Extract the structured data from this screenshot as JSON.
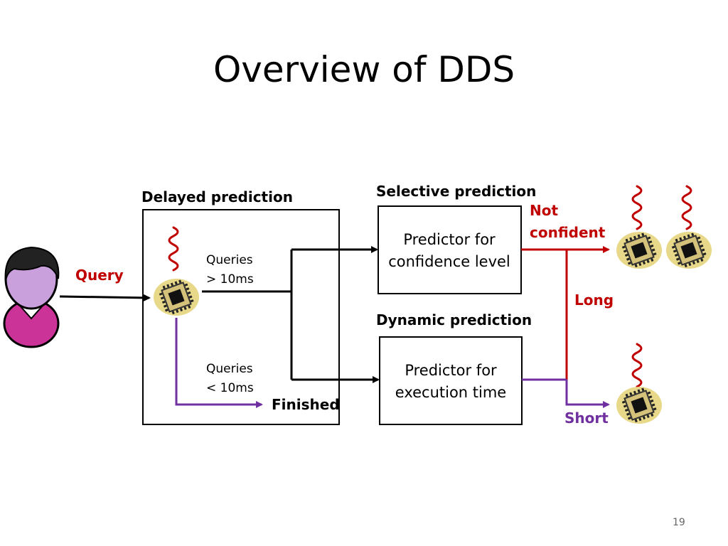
{
  "slide": {
    "title": "Overview of DDS",
    "page_number": "19"
  },
  "labels": {
    "query": "Query",
    "delayed_prediction": "Delayed prediction",
    "selective_prediction": "Selective prediction",
    "dynamic_prediction": "Dynamic prediction",
    "queries_long_1": "Queries",
    "queries_long_2": "> 10ms",
    "queries_short_1": "Queries",
    "queries_short_2": "< 10ms",
    "finished": "Finished",
    "predictor_confidence_1": "Predictor for",
    "predictor_confidence_2": "confidence level",
    "predictor_exec_1": "Predictor for",
    "predictor_exec_2": "execution time",
    "not_confident_1": "Not",
    "not_confident_2": "confident",
    "long": "Long",
    "short": "Short"
  },
  "colors": {
    "red": "#c00000",
    "purple": "#7030a0",
    "chip_pad": "#e8d98a",
    "person_body": "#cc3399",
    "person_face": "#c9a0dc"
  },
  "icons": [
    "person-icon",
    "cpu-chip-icon",
    "heat-wave-icon"
  ]
}
